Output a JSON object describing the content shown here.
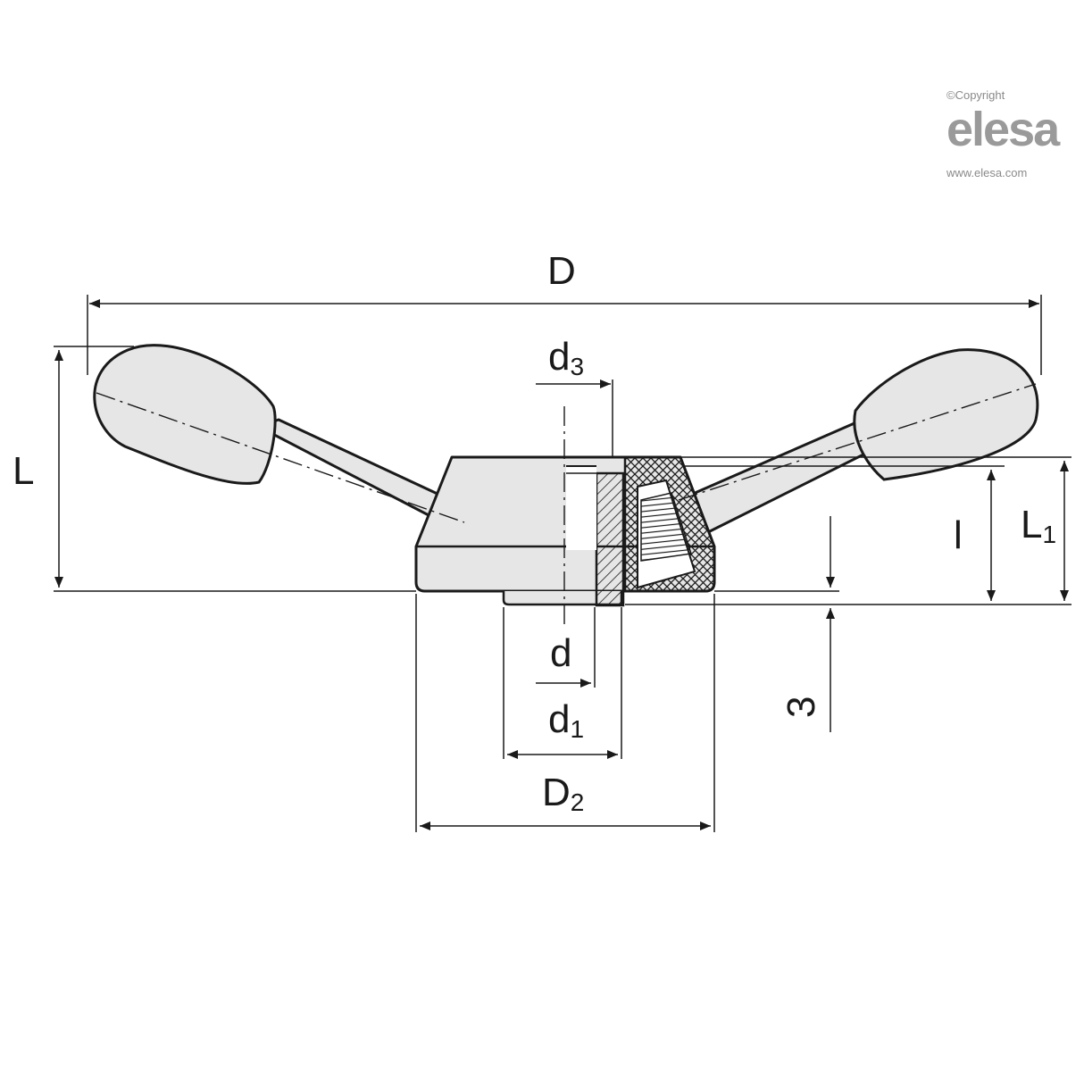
{
  "logo": {
    "copyright": "©Copyright",
    "brand": "elesa",
    "url": "www.elesa.com"
  },
  "dimensions": {
    "D": "D",
    "d3": {
      "main": "d",
      "sub": "3"
    },
    "L": "L",
    "l": "l",
    "L1": {
      "main": "L",
      "sub": "1"
    },
    "d": "d",
    "d1": {
      "main": "d",
      "sub": "1"
    },
    "three": "3",
    "D2": {
      "main": "D",
      "sub": "2"
    }
  },
  "colors": {
    "part_fill": "#e6e6e6",
    "outline": "#1a1a1a",
    "hatch": "#1a1a1a"
  }
}
